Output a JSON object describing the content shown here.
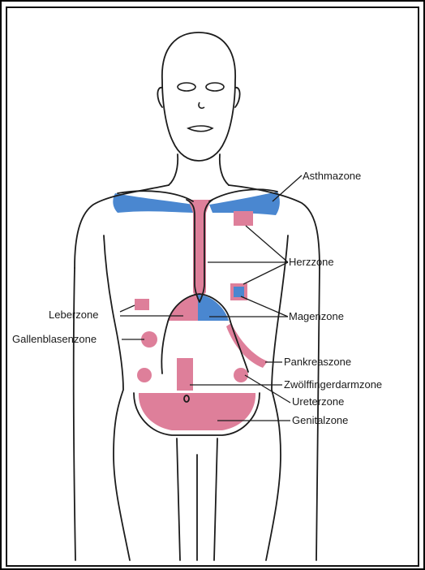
{
  "colors": {
    "pink": "#de7f9a",
    "blue": "#4a87d0",
    "outline": "#1c1c1c",
    "paper": "#ffffff"
  },
  "labels": {
    "asthma": "Asthmazone",
    "herz": "Herzzone",
    "leber": "Leberzone",
    "magen": "Magenzone",
    "gallenblasen": "Gallenblasenzone",
    "pankreas": "Pankreaszone",
    "zwoelffinger": "Zwölffingerdarmzone",
    "ureter": "Ureterzone",
    "genital": "Genitalzone"
  }
}
